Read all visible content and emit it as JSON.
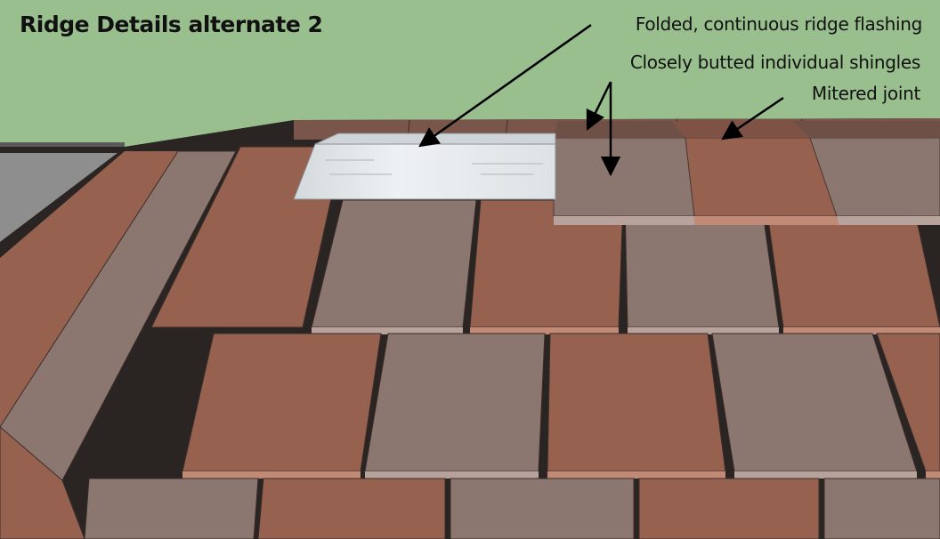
{
  "title": "Ridge Details alternate 2",
  "callouts": {
    "flashing": "Folded, continuous ridge flashing",
    "butted_shingles": "Closely butted individual shingles",
    "mitered_joint": "Mitered joint"
  },
  "colors": {
    "sky": "#9abf8e",
    "shingle_terracotta": "#96614f",
    "shingle_taupe": "#8c7670",
    "flashing_metal": "#dfe3e6",
    "gable_wall": "#8e8e8e",
    "arrow": "#000000"
  }
}
